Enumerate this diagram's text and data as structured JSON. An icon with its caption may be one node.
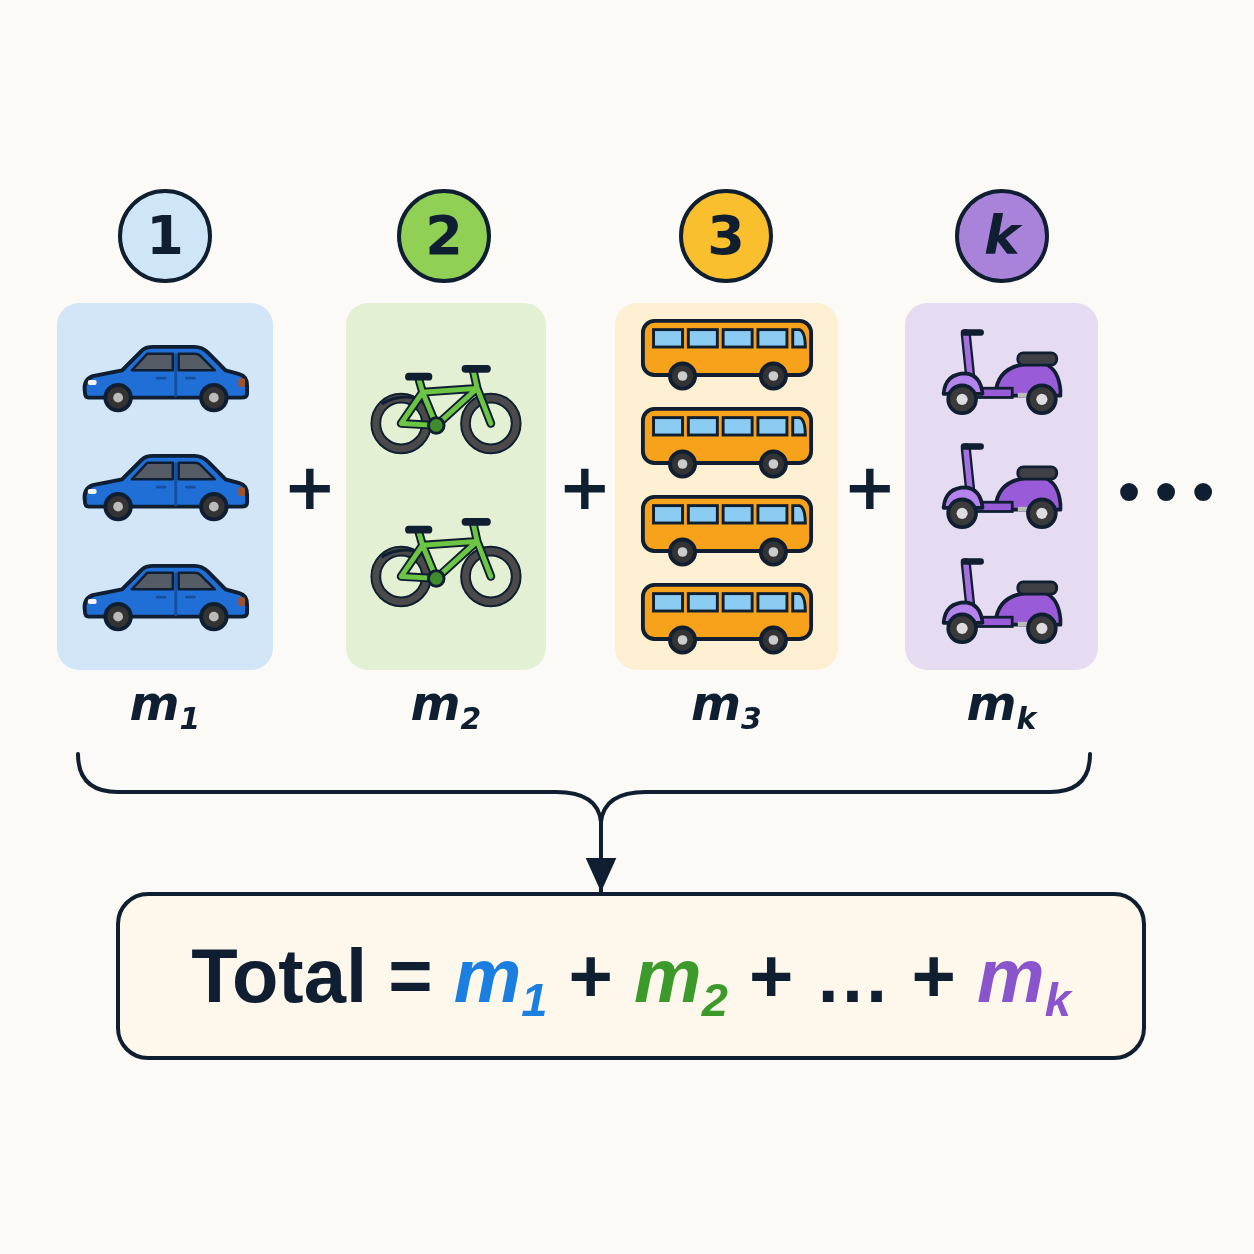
{
  "diagram": {
    "nodes": [
      {
        "text": [
          "1"
        ]
      },
      {
        "text": [
          "2"
        ]
      },
      {
        "text": [
          "3"
        ]
      },
      {
        "text": [
          "k"
        ]
      },
      {
        "text": [],
        "shape": "box",
        "beside": [
          "m$_{1}$"
        ]
      },
      {
        "text": [],
        "shape": "box",
        "beside": [
          "m$_{2}$"
        ]
      },
      {
        "text": [],
        "shape": "box",
        "beside": [
          "m$_{3}$"
        ]
      },
      {
        "text": [],
        "shape": "box",
        "beside": [
          "m$_{k}$"
        ]
      },
      {
        "text": [],
        "shape": "brace"
      },
      {
        "text": [
          "Total = m$_{1}$ + m$_{2}$ + … + m$_{k}$"
        ]
      }
    ],
    "edges": [
      {
        "from": 8,
        "to": 9,
        "arrow": "to"
      }
    ],
    "labels": [
      "+",
      "+",
      "+",
      "…"
    ]
  }
}
